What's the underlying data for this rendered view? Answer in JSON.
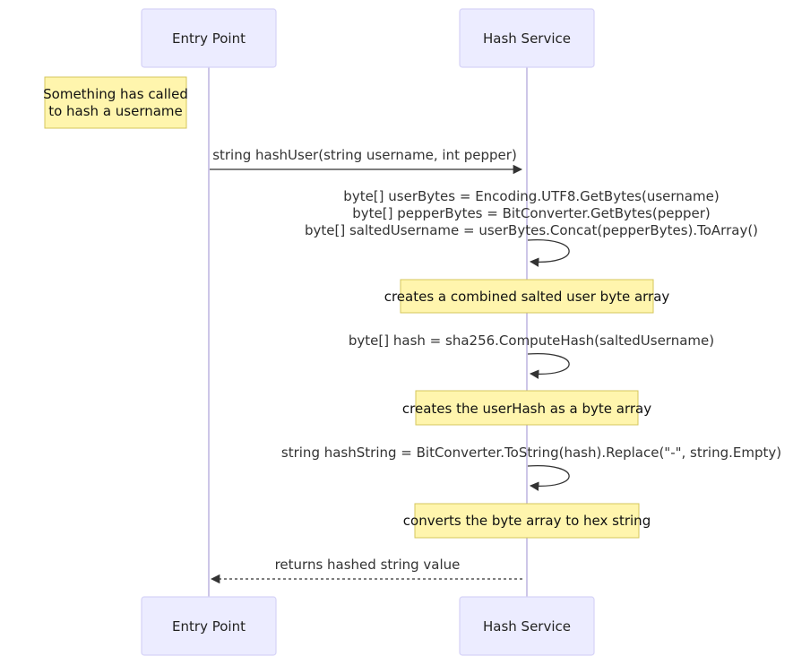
{
  "participants": [
    {
      "id": "entry",
      "label": "Entry Point"
    },
    {
      "id": "hash",
      "label": "Hash Service"
    }
  ],
  "notes": [
    {
      "id": "called",
      "lines": [
        "Something has called",
        "to hash a username"
      ]
    },
    {
      "id": "salted",
      "lines": [
        "creates a combined salted user byte array"
      ]
    },
    {
      "id": "userhash",
      "lines": [
        "creates the userHash as a byte array"
      ]
    },
    {
      "id": "hexstring",
      "lines": [
        "converts the byte array to hex string"
      ]
    }
  ],
  "messages": [
    {
      "id": "hashuser",
      "from": "entry",
      "to": "hash",
      "style": "solid",
      "lines": [
        "string hashUser(string username, int pepper)"
      ]
    },
    {
      "id": "bytes",
      "from": "hash",
      "to": "hash",
      "style": "solid",
      "lines": [
        "byte[] userBytes = Encoding.UTF8.GetBytes(username)",
        "byte[] pepperBytes = BitConverter.GetBytes(pepper)",
        "byte[] saltedUsername = userBytes.Concat(pepperBytes).ToArray()"
      ]
    },
    {
      "id": "compute",
      "from": "hash",
      "to": "hash",
      "style": "solid",
      "lines": [
        "byte[] hash = sha256.ComputeHash(saltedUsername)"
      ]
    },
    {
      "id": "tostring",
      "from": "hash",
      "to": "hash",
      "style": "solid",
      "lines": [
        "string hashString = BitConverter.ToString(hash).Replace(\"-\", string.Empty)"
      ]
    },
    {
      "id": "return",
      "from": "hash",
      "to": "entry",
      "style": "dashed",
      "lines": [
        "returns hashed string value"
      ]
    }
  ]
}
